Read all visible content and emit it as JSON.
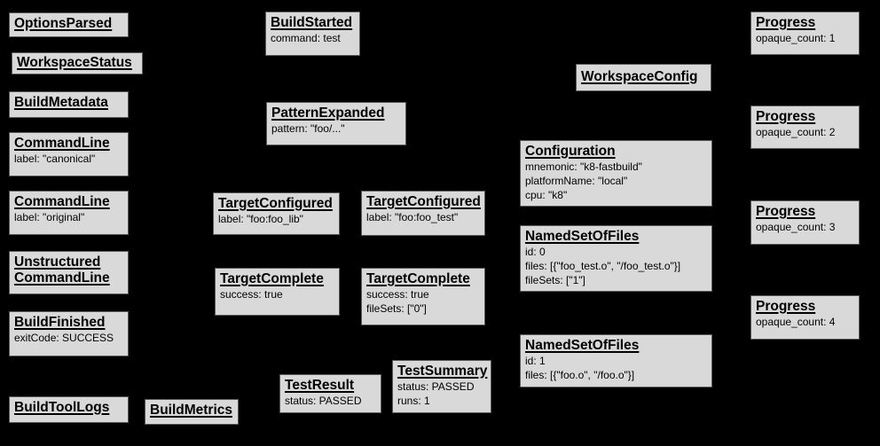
{
  "diagram": {
    "description": "Bazel Build Event Protocol event graph",
    "background_color": "#000000",
    "box_fill_color": "#d9d9d9",
    "box_border_color": "#595959",
    "text_color": "#000000"
  },
  "nodes": {
    "options_parsed": {
      "title": "OptionsParsed"
    },
    "workspace_status": {
      "title": "WorkspaceStatus"
    },
    "build_metadata": {
      "title": "BuildMetadata"
    },
    "command_line_canonical": {
      "title": "CommandLine",
      "line1": "label: \"canonical\""
    },
    "command_line_original": {
      "title": "CommandLine",
      "line1": "label: \"original\""
    },
    "unstructured_command_line": {
      "title": "Unstructured\nCommandLine"
    },
    "build_finished": {
      "title": "BuildFinished",
      "line1": "exitCode: SUCCESS"
    },
    "build_tool_logs": {
      "title": "BuildToolLogs"
    },
    "build_metrics": {
      "title": "BuildMetrics"
    },
    "build_started": {
      "title": "BuildStarted",
      "line1": "command: test"
    },
    "pattern_expanded": {
      "title": "PatternExpanded",
      "line1": "pattern: \"foo/...\""
    },
    "target_configured_lib": {
      "title": "TargetConfigured",
      "line1": "label: \"foo:foo_lib\""
    },
    "target_configured_test": {
      "title": "TargetConfigured",
      "line1": "label: \"foo:foo_test\""
    },
    "target_complete_lib": {
      "title": "TargetComplete",
      "line1": "success: true"
    },
    "target_complete_test": {
      "title": "TargetComplete",
      "line1": "success: true",
      "line2": "fileSets: [\"0\"]"
    },
    "test_result": {
      "title": "TestResult",
      "line1": "status: PASSED"
    },
    "test_summary": {
      "title": "TestSummary",
      "line1": "status: PASSED",
      "line2": "runs: 1"
    },
    "workspace_config": {
      "title": "WorkspaceConfig"
    },
    "configuration": {
      "title": "Configuration",
      "line1": "mnemonic: \"k8-fastbuild\"",
      "line2": "platformName: \"local\"",
      "line3": "cpu: \"k8\""
    },
    "named_set_of_files_0": {
      "title": "NamedSetOfFiles",
      "line1": "id: 0",
      "line2": "files: [{\"foo_test.o\", \"/foo_test.o\"}]",
      "line3": "fileSets: [\"1\"]"
    },
    "named_set_of_files_1": {
      "title": "NamedSetOfFiles",
      "line1": "id: 1",
      "line2": "files: [{\"foo.o\", \"/foo.o\"}]"
    },
    "progress_1": {
      "title": "Progress",
      "line1": "opaque_count: 1"
    },
    "progress_2": {
      "title": "Progress",
      "line1": "opaque_count: 2"
    },
    "progress_3": {
      "title": "Progress",
      "line1": "opaque_count: 3"
    },
    "progress_4": {
      "title": "Progress",
      "line1": "opaque_count: 4"
    }
  }
}
